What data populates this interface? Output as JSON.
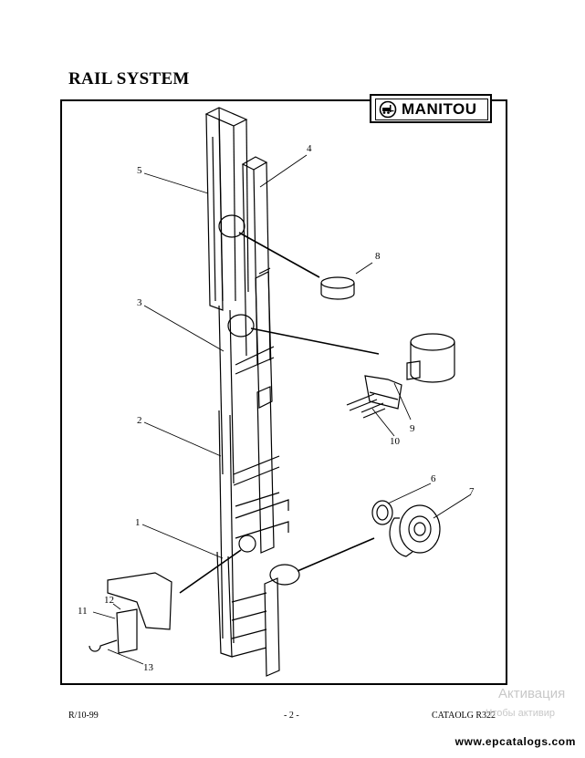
{
  "document": {
    "title": "RAIL SYSTEM",
    "brand": "MANITOU"
  },
  "callouts": [
    "1",
    "2",
    "3",
    "4",
    "5",
    "6",
    "7",
    "8",
    "9",
    "10",
    "11",
    "12",
    "13"
  ],
  "footer": {
    "left": "R/10-99",
    "center": "- 2 -",
    "right": "CATAOLG R322"
  },
  "watermark": {
    "line1": "Активация",
    "line2": "Чтобы активир"
  },
  "site": "www.epcatalogs.com"
}
